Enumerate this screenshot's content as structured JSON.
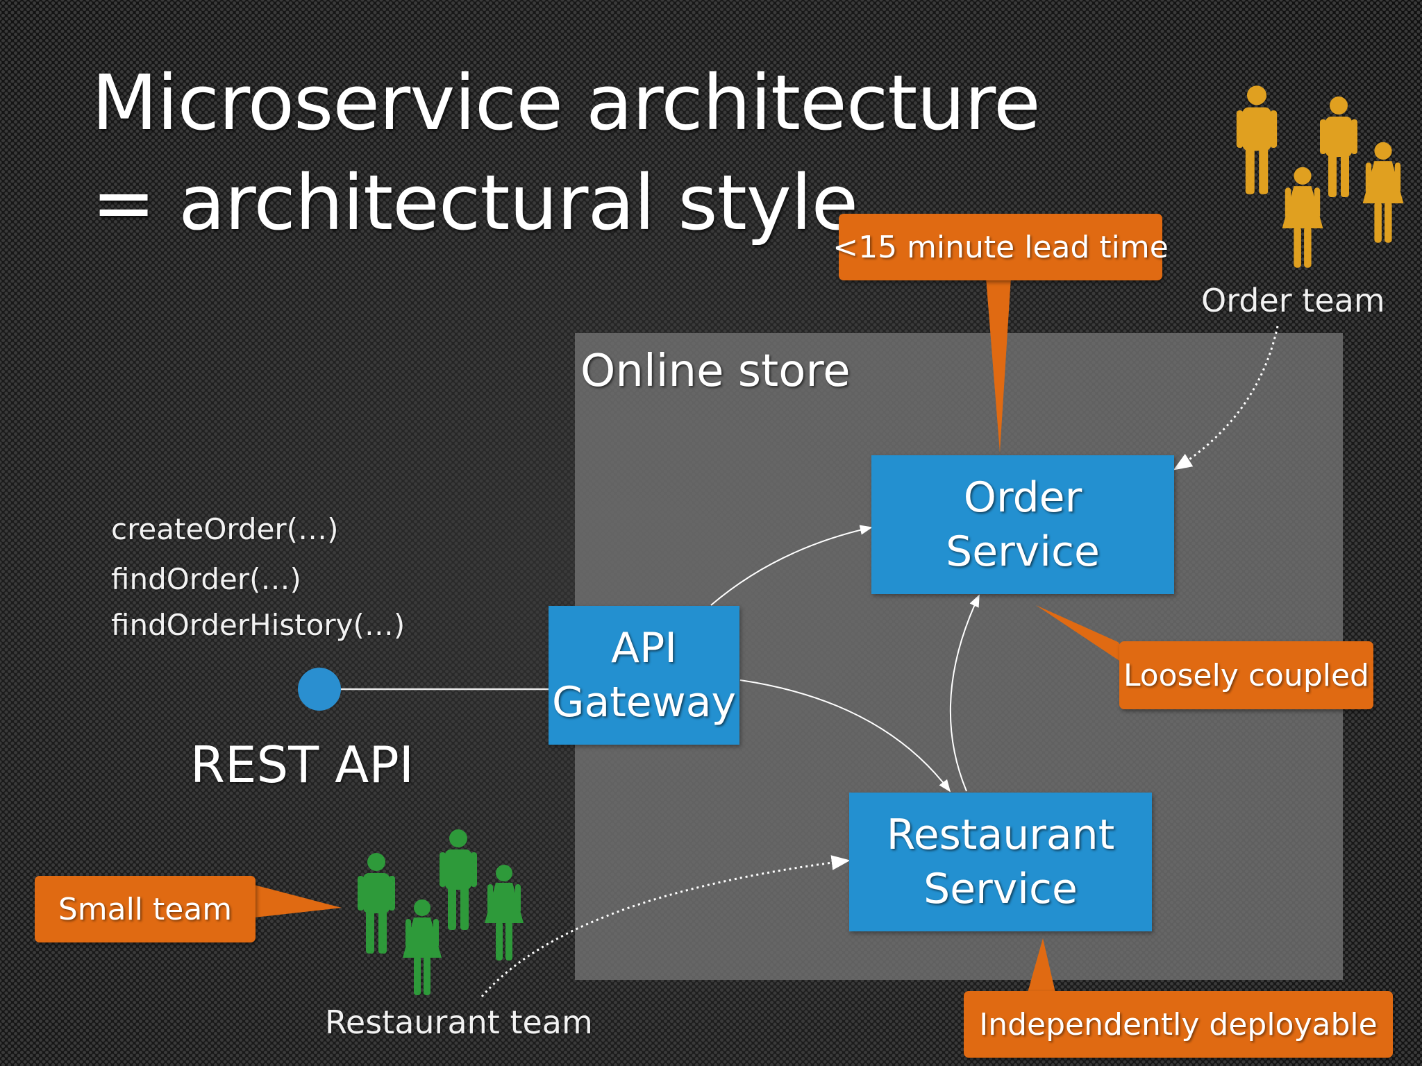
{
  "slide": {
    "title_line1": "Microservice architecture",
    "title_line2": "= architectural style"
  },
  "store": {
    "label": "Online store"
  },
  "services": {
    "order": {
      "line1": "Order",
      "line2": "Service"
    },
    "gateway": {
      "line1": "API",
      "line2": "Gateway"
    },
    "restaurant": {
      "line1": "Restaurant",
      "line2": "Service"
    }
  },
  "api": {
    "methods": [
      "createOrder(…)",
      "findOrder(…)",
      "findOrderHistory(…)"
    ],
    "label": "REST API"
  },
  "callouts": {
    "lead_time": "<15 minute lead time",
    "loosely_coupled": "Loosely coupled",
    "independently_deployable": "Independently deployable",
    "small_team": "Small team"
  },
  "teams": {
    "order_team": "Order team",
    "restaurant_team": "Restaurant team"
  },
  "colors": {
    "service_blue": "#2390d0",
    "callout_orange": "#e06a12",
    "order_team_gold": "#e0a020",
    "restaurant_team_green": "#2e9a3a",
    "store_gray": "#737373"
  },
  "icons": {
    "order_team_people": "people-group-icon",
    "restaurant_team_people": "people-group-icon",
    "rest_endpoint": "interface-lollipop-icon"
  }
}
